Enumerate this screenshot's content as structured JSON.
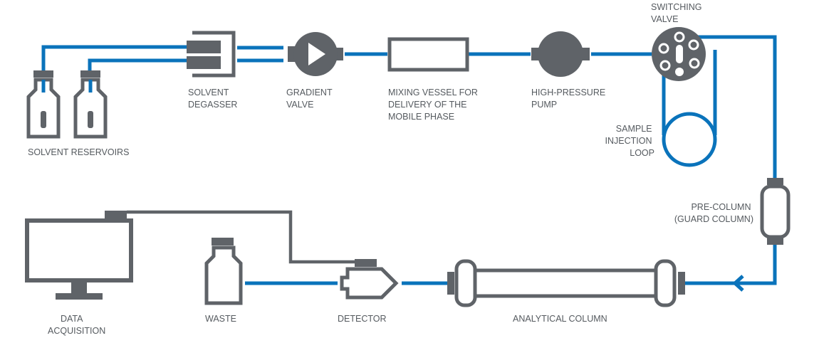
{
  "colors": {
    "flow": "#0a73bb",
    "component": "#5f6368",
    "label": "#555a5f",
    "background": "#ffffff"
  },
  "labels": {
    "solvent_reservoirs": "SOLVENT RESERVOIRS",
    "solvent_degasser": [
      "SOLVENT",
      "DEGASSER"
    ],
    "gradient_valve": [
      "GRADIENT",
      "VALVE"
    ],
    "mixing_vessel": [
      "MIXING VESSEL FOR",
      "DELIVERY OF THE",
      "MOBILE PHASE"
    ],
    "high_pressure_pump": [
      "HIGH-PRESSURE",
      "PUMP"
    ],
    "switching_valve": [
      "SWITCHING",
      "VALVE"
    ],
    "sample_injection_loop": [
      "SAMPLE",
      "INJECTION",
      "LOOP"
    ],
    "pre_column": [
      "PRE-COLUMN",
      "(GUARD COLUMN)"
    ],
    "analytical_column": "ANALYTICAL COLUMN",
    "detector": "DETECTOR",
    "waste": "WASTE",
    "data_acquisition": [
      "DATA",
      "ACQUISITION"
    ]
  },
  "icons": [
    "bottle-icon",
    "degasser-icon",
    "valve-icon",
    "mixing-vessel-icon",
    "pump-icon",
    "switching-valve-icon",
    "injection-loop-icon",
    "column-icon",
    "detector-icon",
    "monitor-icon",
    "arrow-icon"
  ]
}
